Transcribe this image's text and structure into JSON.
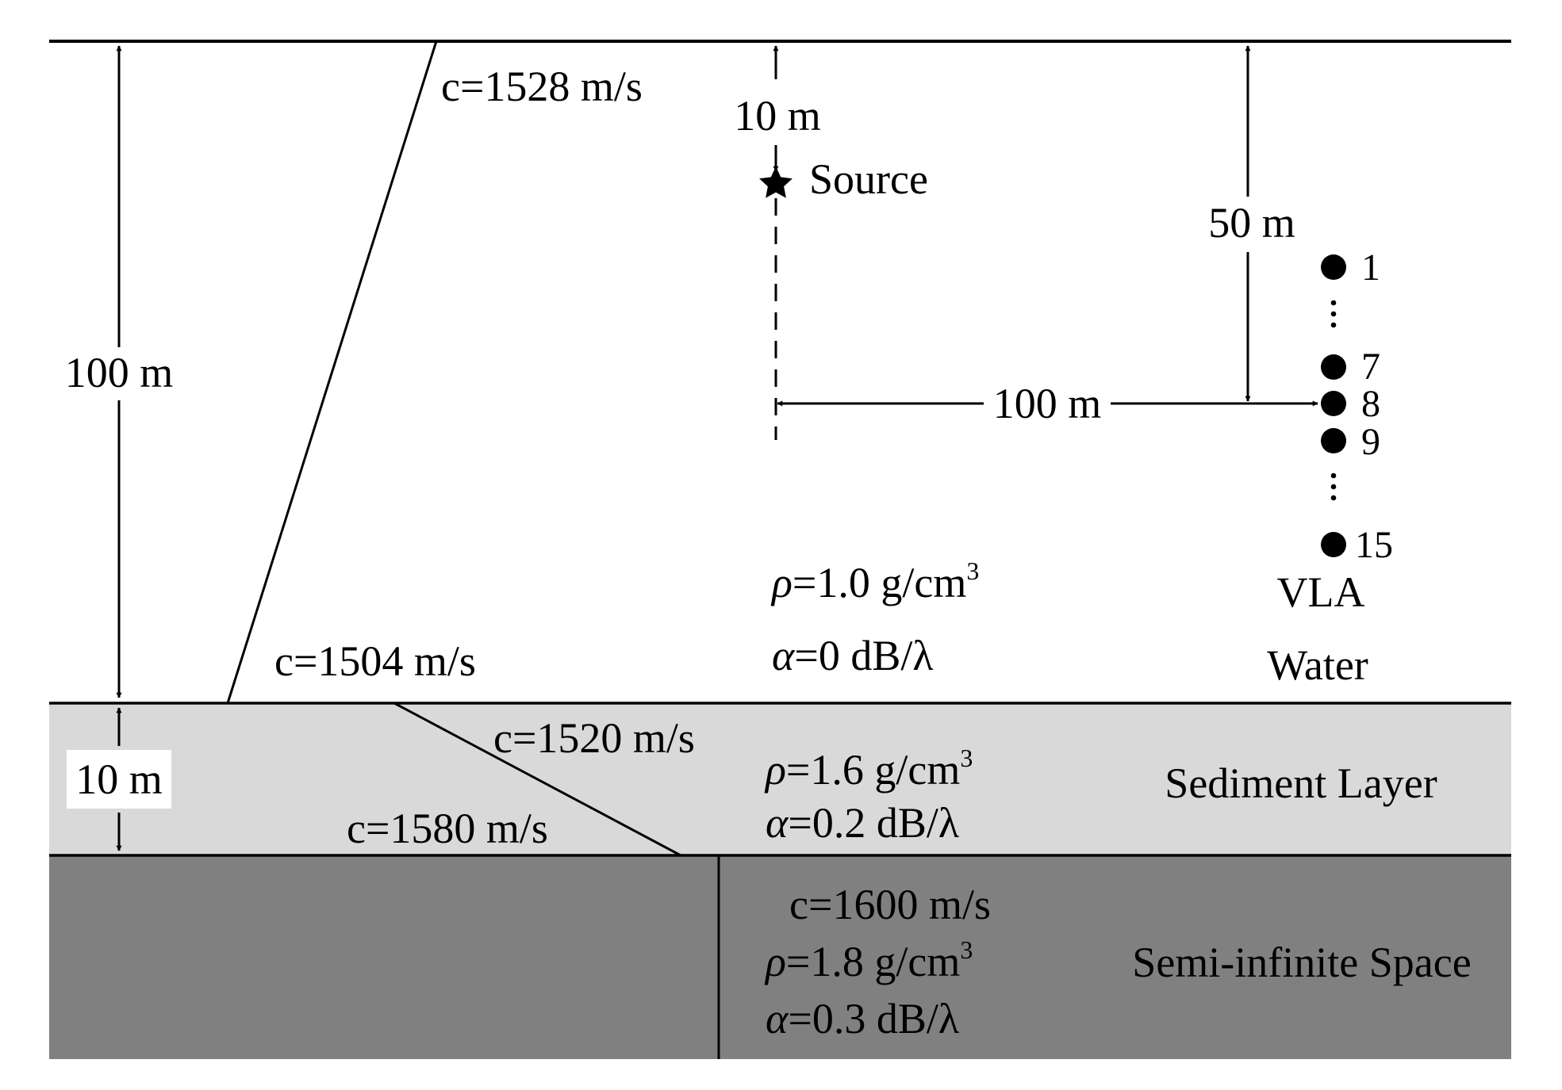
{
  "water": {
    "speed_top": "c=1528 m/s",
    "speed_bottom": "c=1504 m/s",
    "density": {
      "symbol": "ρ",
      "value": "=1.0 g/cm",
      "exponent": "3"
    },
    "attenuation": {
      "symbol": "α",
      "value": "=0 dB/λ"
    },
    "name": "Water",
    "depth_label": "100 m"
  },
  "source": {
    "depth_label": "10 m",
    "name": "Source"
  },
  "vla": {
    "name": "VLA",
    "depth_label": "50 m",
    "range_label": "100 m",
    "elements": [
      "1",
      "7",
      "8",
      "9",
      "15"
    ]
  },
  "sediment": {
    "thickness_label": "10 m",
    "speed_top": "c=1520 m/s",
    "speed_bottom": "c=1580 m/s",
    "density": {
      "symbol": "ρ",
      "value": "=1.6 g/cm",
      "exponent": "3"
    },
    "attenuation": {
      "symbol": "α",
      "value": "=0.2 dB/λ"
    },
    "name": "Sediment Layer",
    "fill_color": "#d9d9d9"
  },
  "halfspace": {
    "speed": "c=1600 m/s",
    "density": {
      "symbol": "ρ",
      "value": "=1.8 g/cm",
      "exponent": "3"
    },
    "attenuation": {
      "symbol": "α",
      "value": "=0.3 dB/λ"
    },
    "name": "Semi-infinite Space",
    "fill_color": "#808080"
  }
}
